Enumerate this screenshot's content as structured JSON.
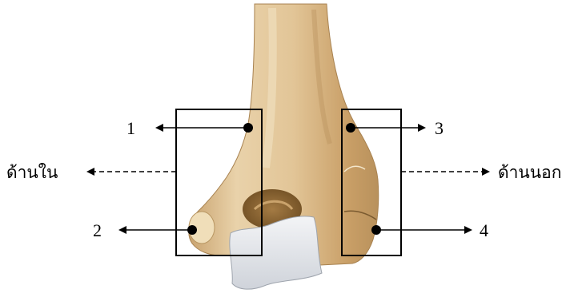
{
  "labels": {
    "marker_1": "1",
    "marker_2": "2",
    "marker_3": "3",
    "marker_4": "4",
    "medial_side": "ด้านใน",
    "lateral_side": "ด้านนอก"
  },
  "colors": {
    "bone_base": "#d9b98a",
    "bone_light": "#efdcb8",
    "bone_shadow": "#b08850",
    "cartilage": "#e6e8ec",
    "line": "#000000"
  }
}
